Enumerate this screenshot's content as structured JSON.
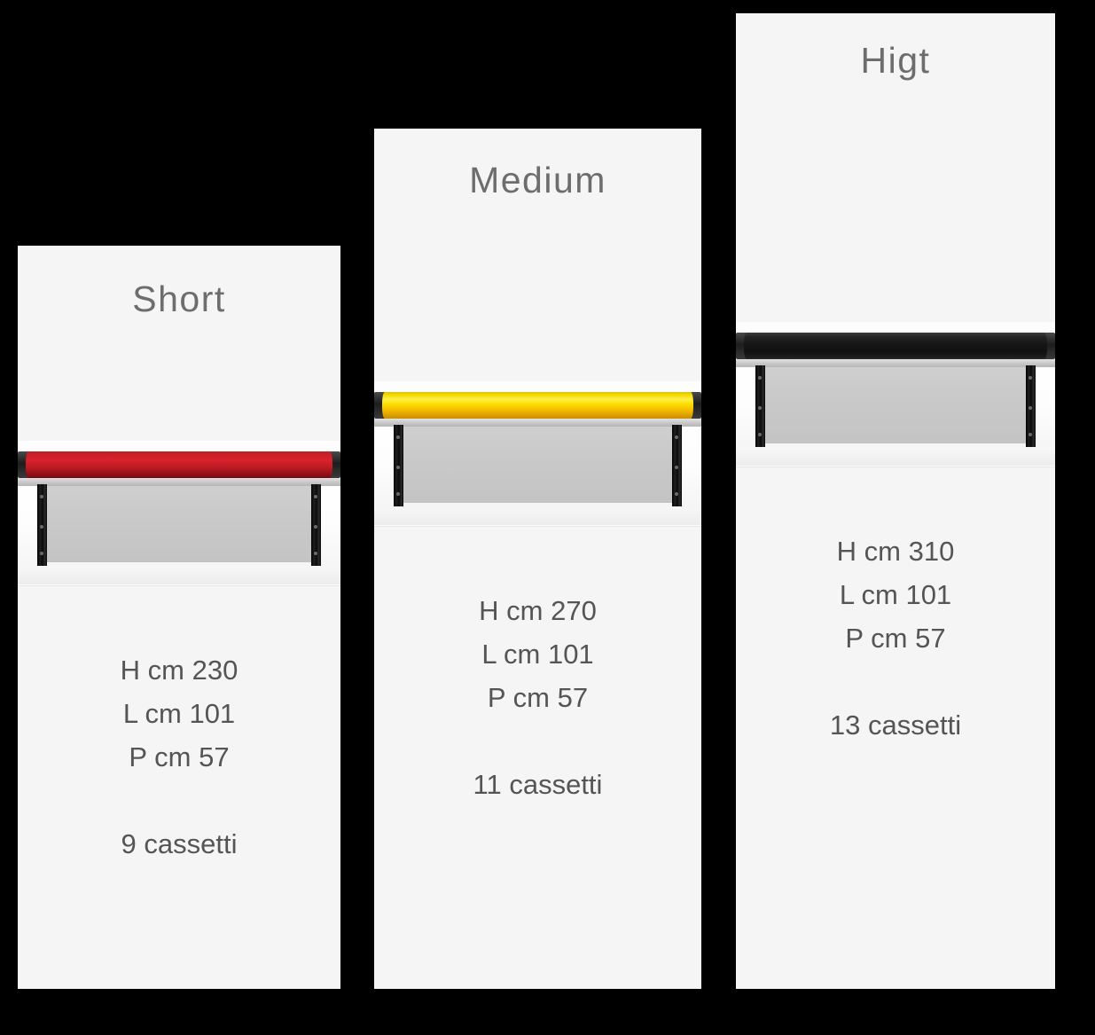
{
  "page": {
    "background_color": "#000000",
    "panel_color": "#f5f5f5",
    "title_color": "#6d6d6d",
    "text_color": "#555555"
  },
  "columns": [
    {
      "title": "Short",
      "accent_color": "#d8232c",
      "accent_name": "red",
      "specs": {
        "height": "H cm 230",
        "length": "L cm 101",
        "depth": "P cm 57",
        "drawers": "9 cassetti"
      }
    },
    {
      "title": "Medium",
      "accent_color": "#ffe000",
      "accent_name": "yellow",
      "specs": {
        "height": "H cm 270",
        "length": "L cm 101",
        "depth": "P cm 57",
        "drawers": "11 cassetti"
      }
    },
    {
      "title": "Higt",
      "accent_color": "#171717",
      "accent_name": "black",
      "specs": {
        "height": "H cm 310",
        "length": "L cm 101",
        "depth": "P cm 57",
        "drawers": "13 cassetti"
      }
    }
  ]
}
